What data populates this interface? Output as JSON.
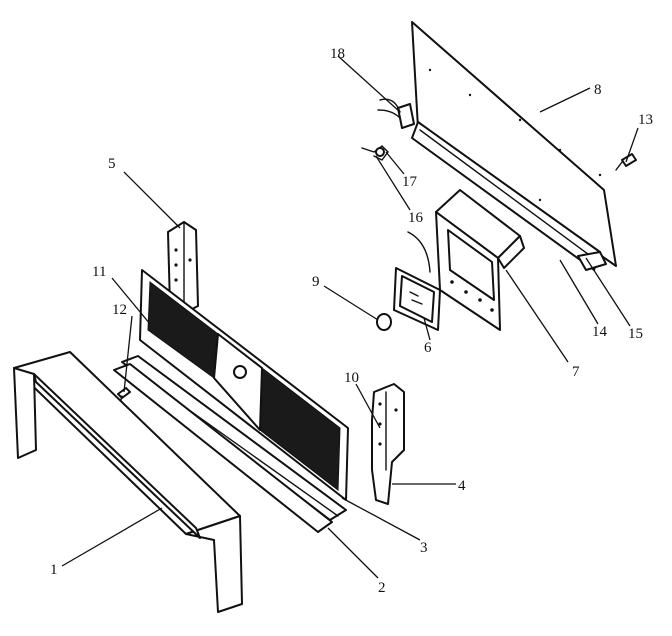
{
  "callouts": {
    "c1": "1",
    "c2": "2",
    "c3": "3",
    "c4": "4",
    "c5": "5",
    "c6": "6",
    "c7": "7",
    "c8": "8",
    "c9": "9",
    "c10": "10",
    "c11": "11",
    "c12": "12",
    "c13": "13",
    "c14": "14",
    "c15": "15",
    "c16": "16",
    "c17": "17",
    "c18": "18"
  },
  "colors": {
    "line": "#111111",
    "paper": "#ffffff"
  }
}
